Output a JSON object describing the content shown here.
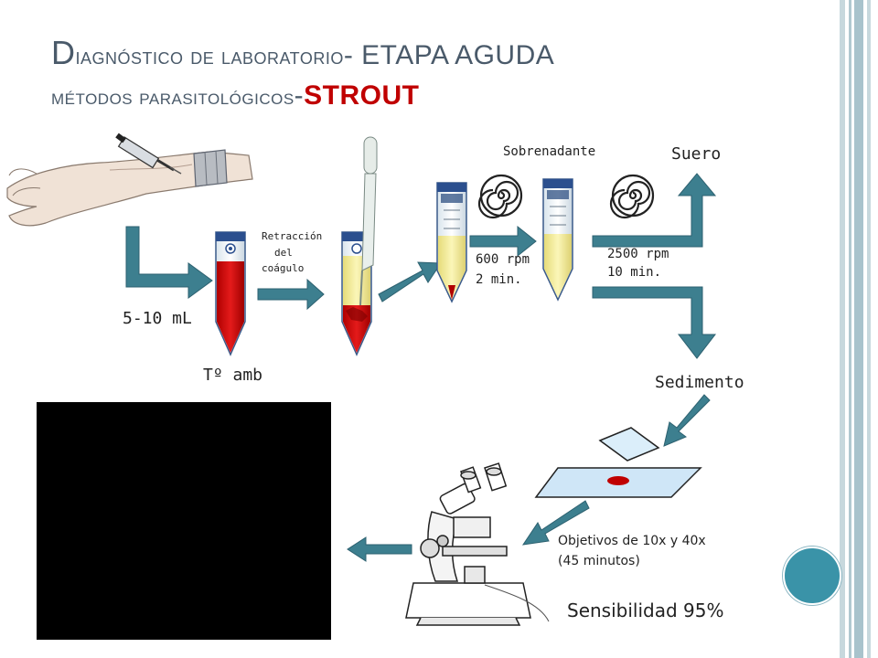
{
  "title": {
    "line1_initial": "D",
    "line1_rest": "iagnóstico de laboratorio",
    "line1_sep": "- ",
    "line1_phase": "ETAPA AGUDA",
    "line2_methods": "métodos parasitológicos",
    "line2_sep": "-",
    "line2_method": "STROUT"
  },
  "labels": {
    "volume": "5-10 mL",
    "temperature": "Tº amb",
    "retraction_1": "Retracción",
    "retraction_2": "del",
    "retraction_3": "coágulo",
    "supernatant": "Sobrenadante",
    "serum": "Suero",
    "spin1_speed": "600 rpm",
    "spin1_time": "2 min.",
    "spin2_speed": "2500 rpm",
    "spin2_time": "10 min.",
    "sediment": "Sedimento",
    "objectives_1": "Objetivos de 10x y 40x",
    "objectives_2": "(45 minutos)",
    "sensitivity": "Sensibilidad 95%"
  },
  "colors": {
    "arrow": "#3d7f8f",
    "accent_red": "#c00000",
    "title_gray": "#4a5a6a",
    "bar_blue": "#a9c3cc",
    "circle_teal": "#3a93a8"
  }
}
